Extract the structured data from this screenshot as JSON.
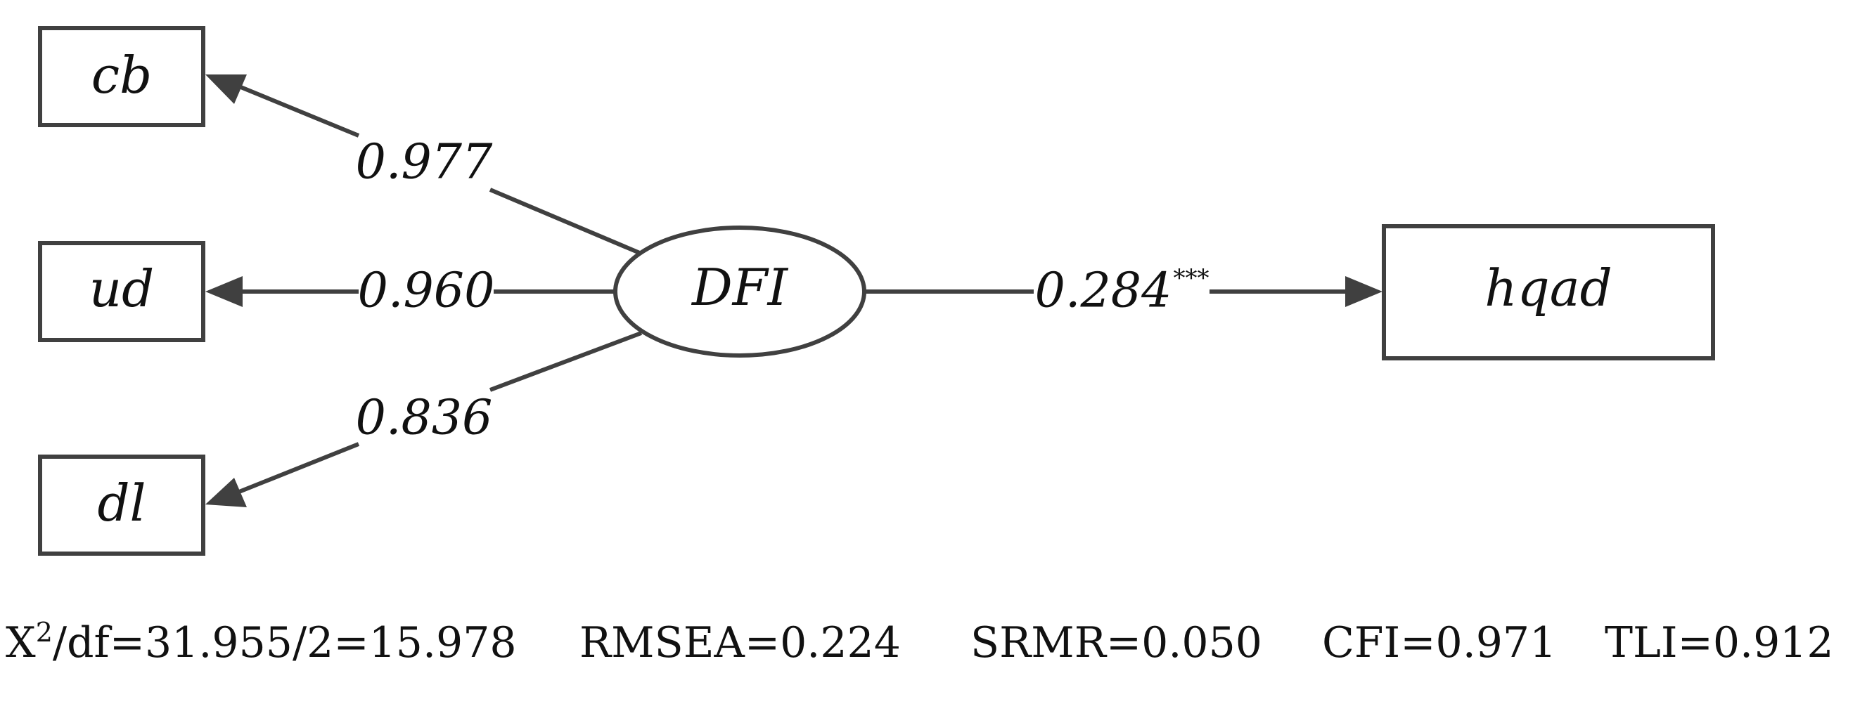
{
  "nodes": {
    "cb": "cb",
    "ud": "ud",
    "dl": "dl",
    "dfi": "DFI",
    "hqad": "hqad"
  },
  "paths": {
    "dfi_cb": "0.977",
    "dfi_ud": "0.960",
    "dfi_dl": "0.836",
    "dfi_hqad": "0.284",
    "dfi_hqad_sig": "***"
  },
  "fit_indices": {
    "chi": "X",
    "chi_sup": "2",
    "chi_rest": "/df=31.955/2=15.978",
    "rmsea": "RMSEA=0.224",
    "srmr": "SRMR=0.050",
    "cfi": "CFI=0.971",
    "tli": "TLI=0.912"
  },
  "colors": {
    "line": "#404040",
    "text": "#111111"
  }
}
